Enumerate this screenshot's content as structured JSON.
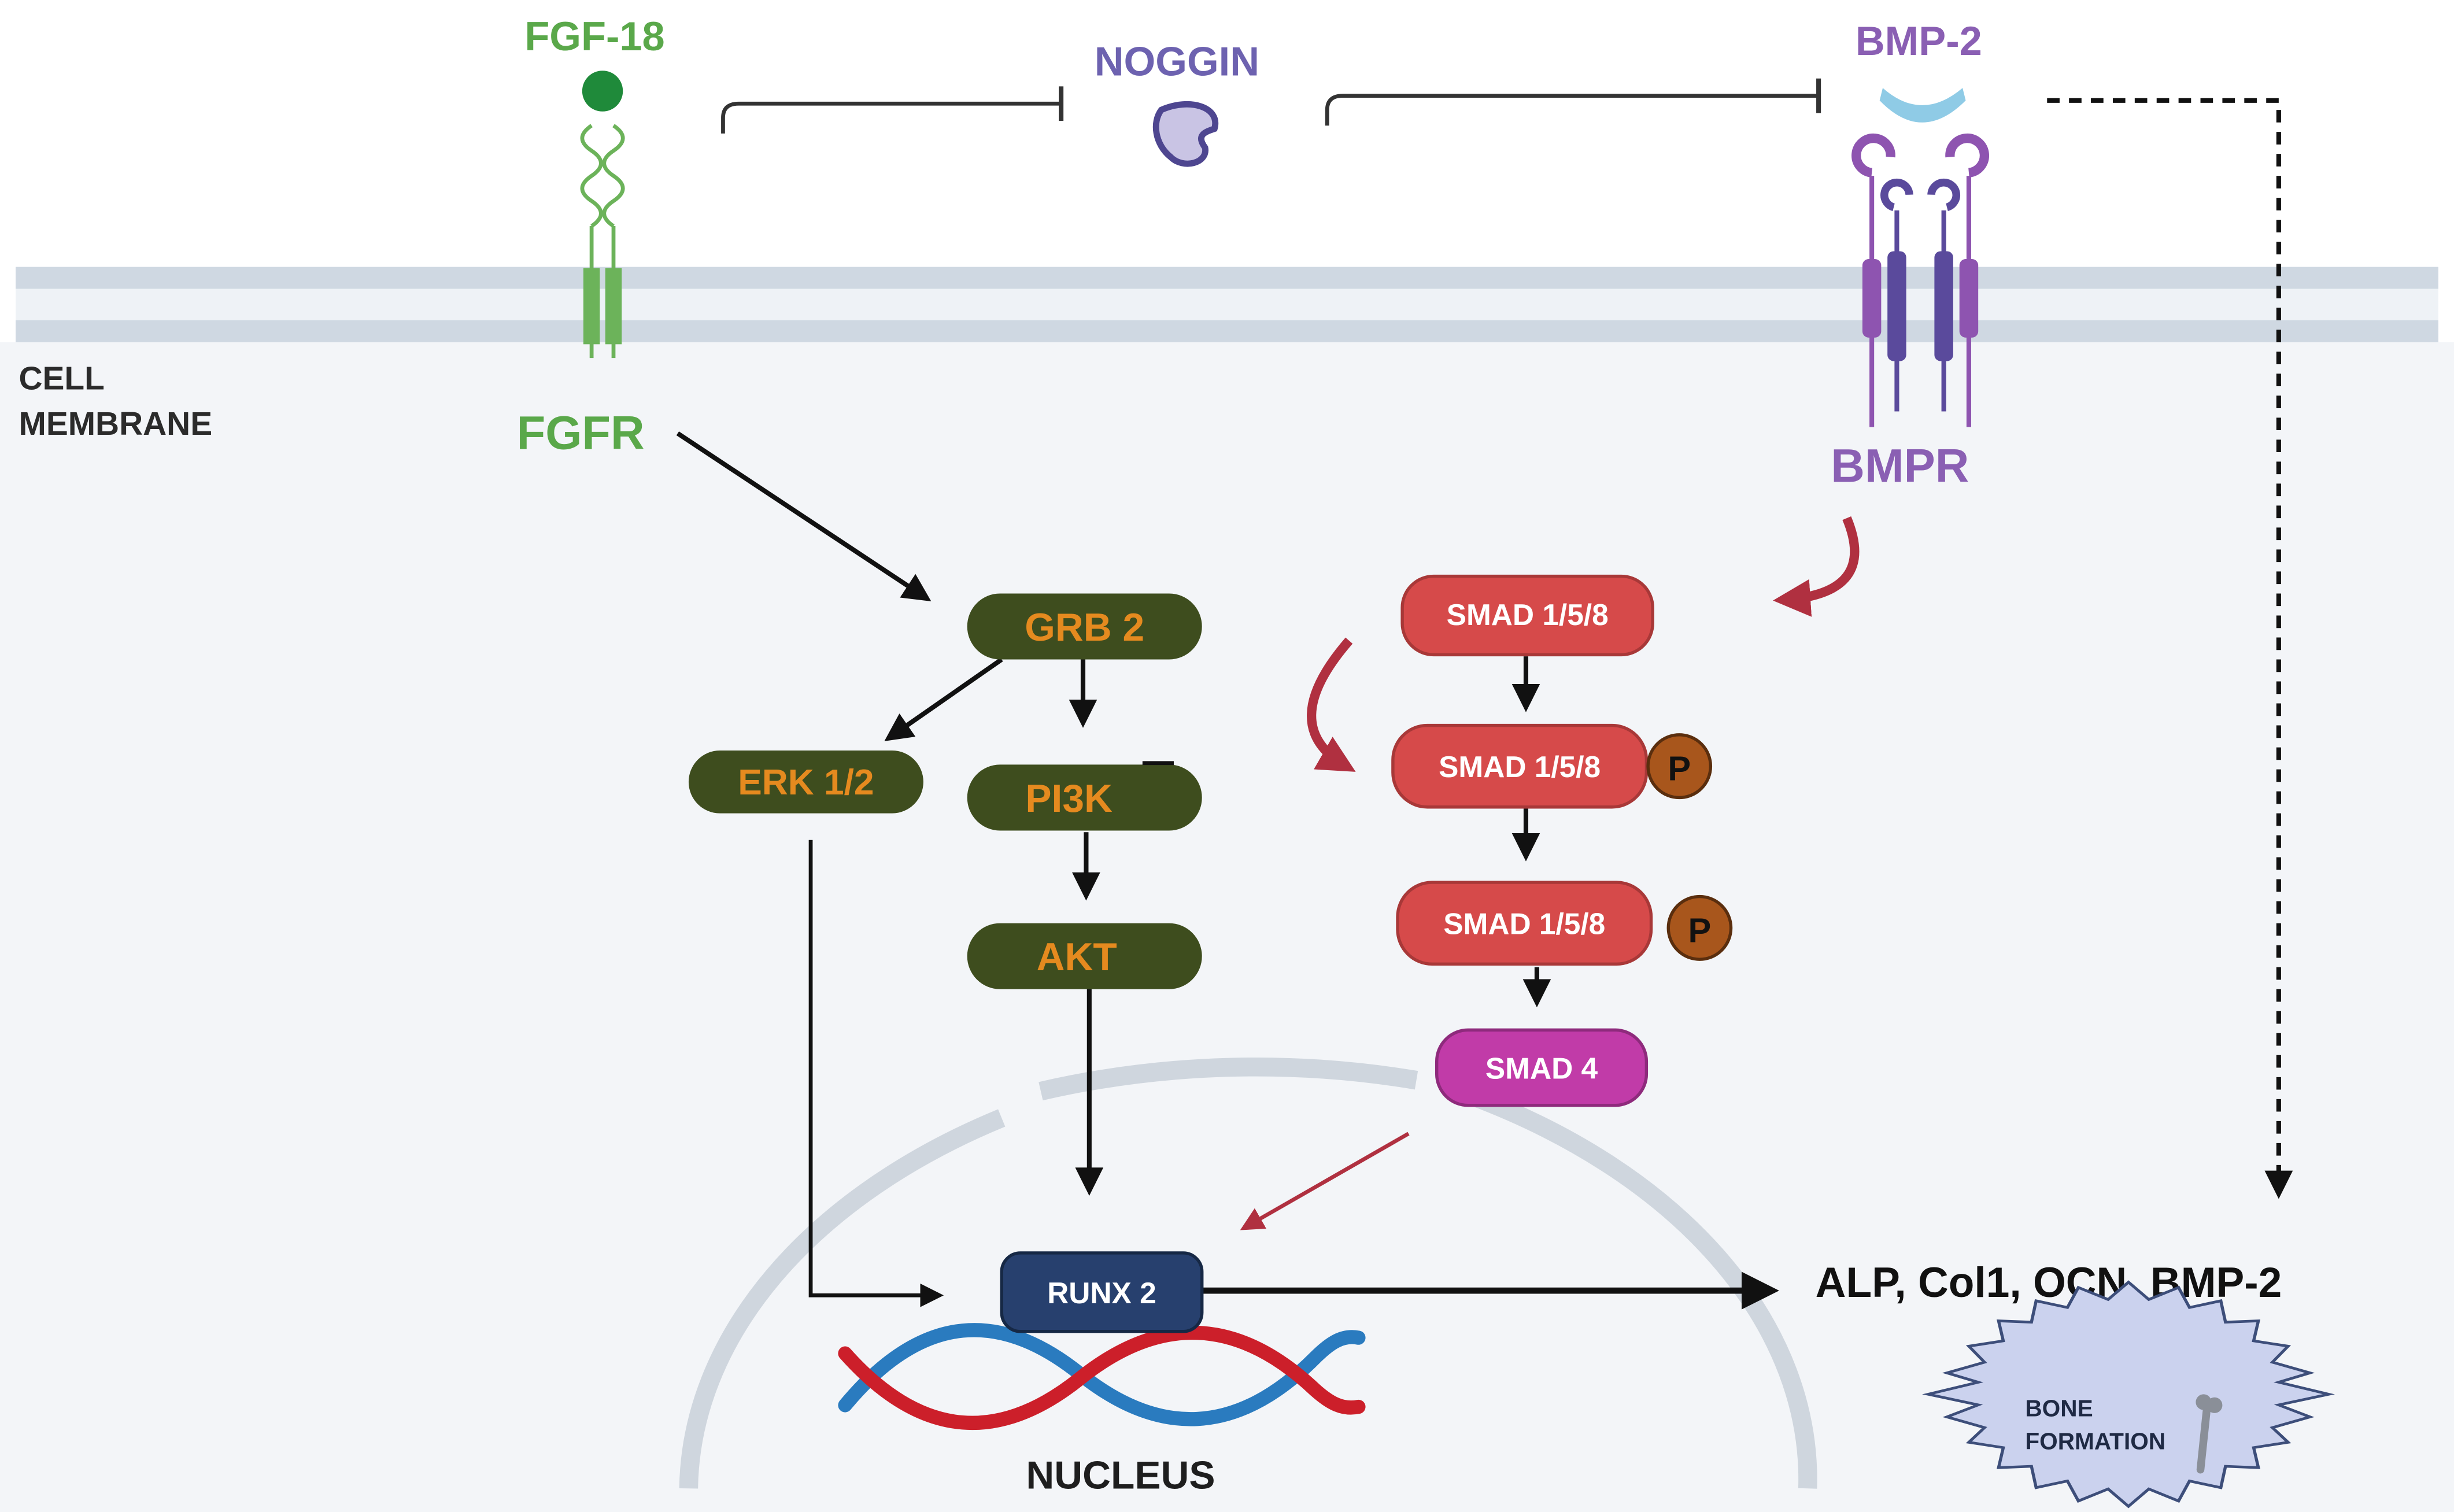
{
  "labels": {
    "fgf18": "FGF-18",
    "noggin": "NOGGIN",
    "bmp2": "BMP-2",
    "cell_membrane_line1": "CELL",
    "cell_membrane_line2": "MEMBRANE",
    "fgfr": "FGFR",
    "bmpr": "BMPR",
    "grb2": "GRB 2",
    "erk": "ERK 1/2",
    "pi3k": "PI3K",
    "akt": "AKT",
    "smad_a": "SMAD 1/5/8",
    "smad_b": "SMAD 1/5/8",
    "smad_c": "SMAD 1/5/8",
    "phospho_b": "P",
    "phospho_c": "P",
    "smad4": "SMAD 4",
    "runx2": "RUNX 2",
    "nucleus": "NUCLEUS",
    "targets": "ALP, Col1, OCN, BMP-2",
    "bone_line1": "BONE",
    "bone_line2": "FORMATION"
  },
  "colors": {
    "fgf_green": "#5aa84a",
    "bmp_purple": "#8a5fb3",
    "noggin_purple": "#6d62b0",
    "pathway_box": "#3e4d1e",
    "pathway_text": "#e58a1f",
    "smad_red": "#d64a4a",
    "smad4_magenta": "#c13ba8",
    "phospho_brown": "#a8561c",
    "runx_navy": "#27406e",
    "red_arrow": "#b03040",
    "membrane": "#cfd8e2",
    "nucleus_gray": "#cfd6de"
  }
}
